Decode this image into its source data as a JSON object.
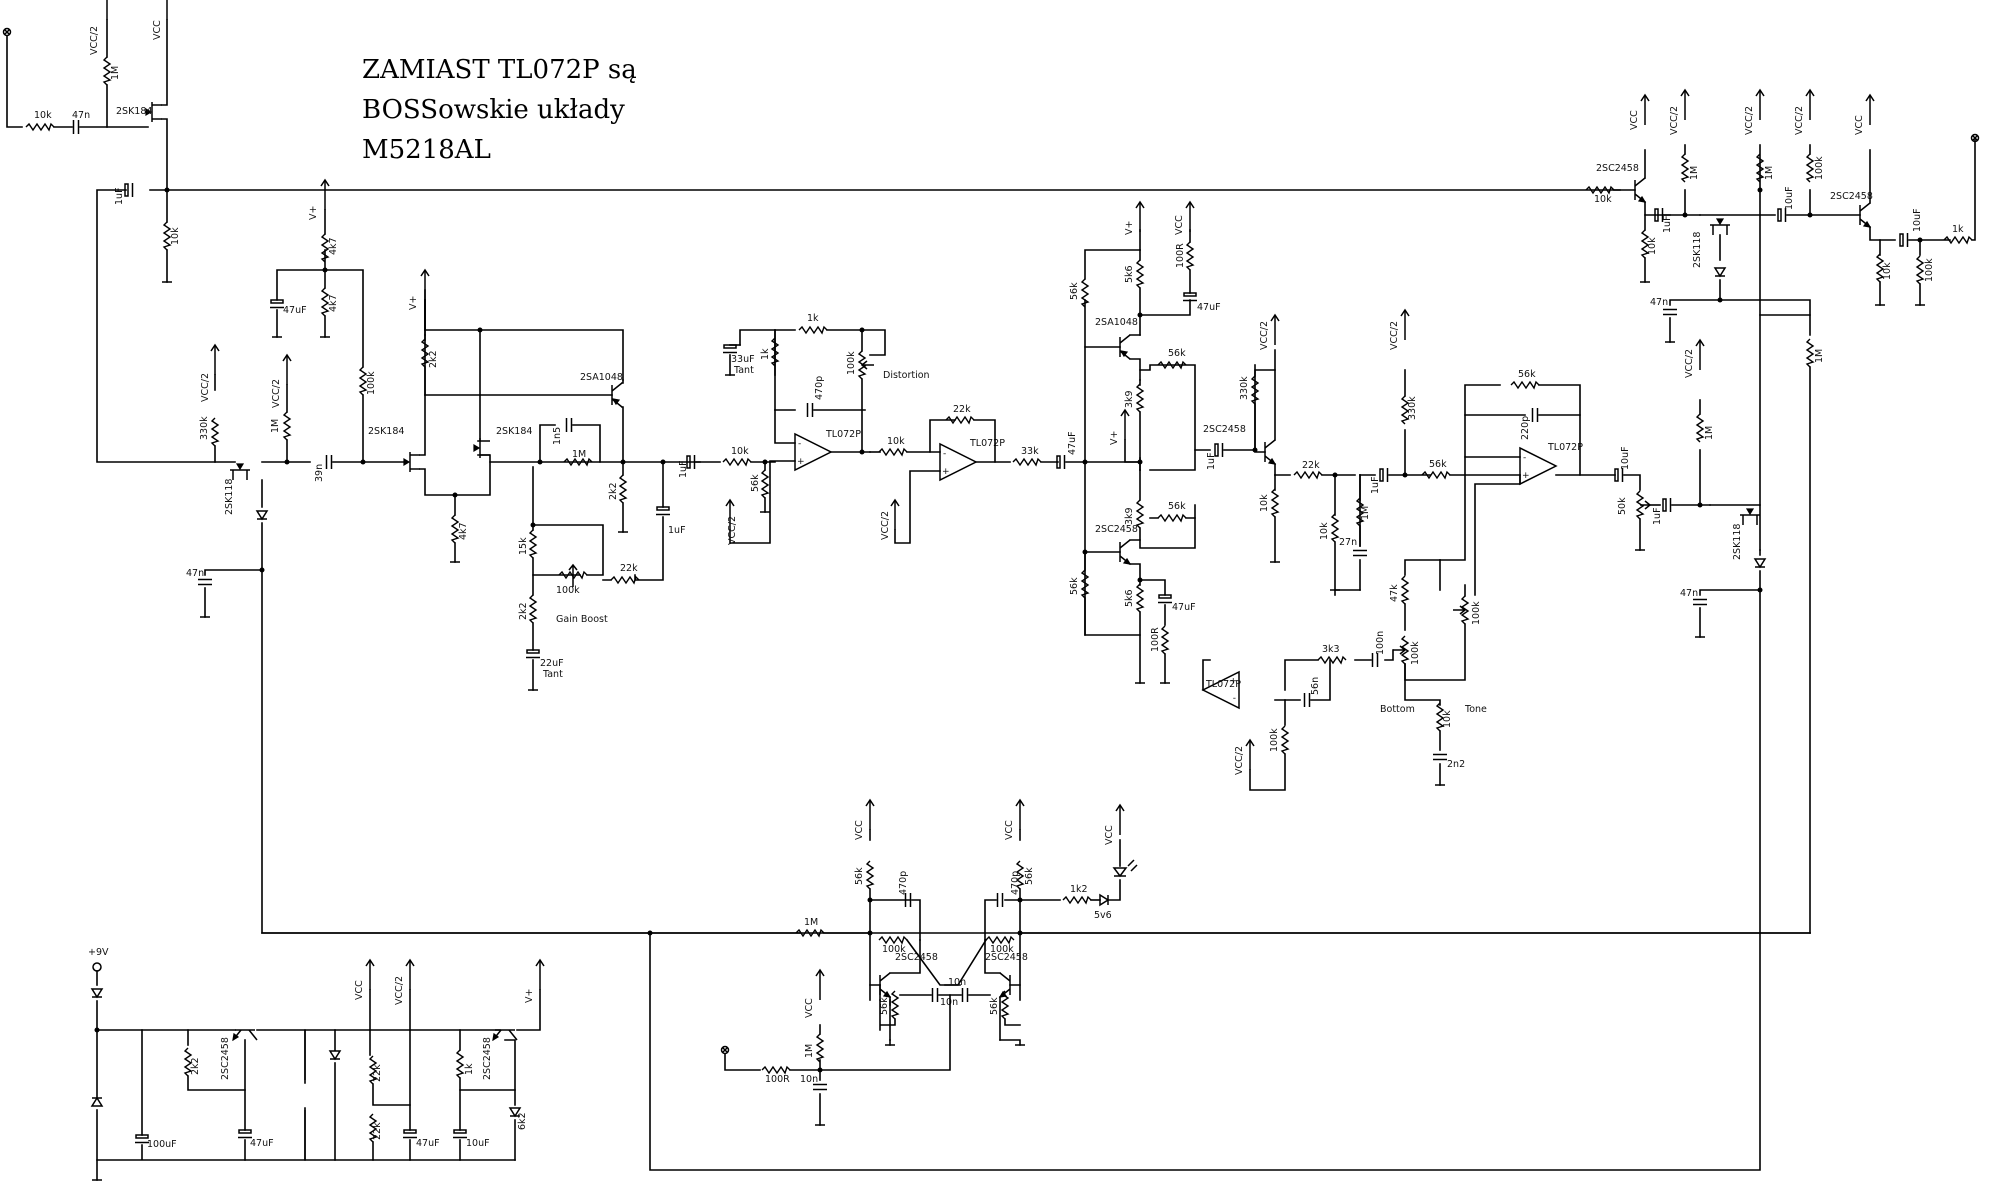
{
  "note": {
    "line1": "ZAMIAST TL072P są",
    "line2": "BOSSowskie układy",
    "line3": "M5218AL"
  },
  "labels": {
    "vcc": "VCC",
    "vcc2": "VCC/2",
    "vplus": "V+",
    "v9": "+9V",
    "tl072p": "TL072P",
    "q_2sk184": "2SK184",
    "q_2sk118": "2SK118",
    "q_2sa1048": "2SA1048",
    "q_2sc2458": "2SC2458",
    "distortion": "Distortion",
    "gain_boost": "Gain Boost",
    "bottom": "Bottom",
    "tone": "Tone",
    "tant": "Tant",
    "r_10k": "10k",
    "r_1M": "1M",
    "r_330k": "330k",
    "r_100k": "100k",
    "r_4k7": "4k7",
    "r_2k2": "2k2",
    "r_1k": "1k",
    "r_56k": "56k",
    "r_22k": "22k",
    "r_33k": "33k",
    "r_15k": "15k",
    "r_5k6": "5k6",
    "r_3k9": "3k9",
    "r_100R": "100R",
    "r_47k": "47k",
    "r_3k3": "3k3",
    "r_50k": "50k",
    "r_1k2": "1k2",
    "r_6k2": "6k2",
    "c_47n": "47n",
    "c_1uF": "1uF",
    "c_39n": "39n",
    "c_47uF": "47uF",
    "c_1n5": "1n5",
    "c_22uF": "22uF",
    "c_33uF": "33uF",
    "c_470p": "470p",
    "c_27n": "27n",
    "c_220p": "220p",
    "c_10uF": "10uF",
    "c_100n": "100n",
    "c_56n": "56n",
    "c_2n2": "2n2",
    "c_10n": "10n",
    "c_100uF": "100uF",
    "d_5v6": "5v6"
  }
}
